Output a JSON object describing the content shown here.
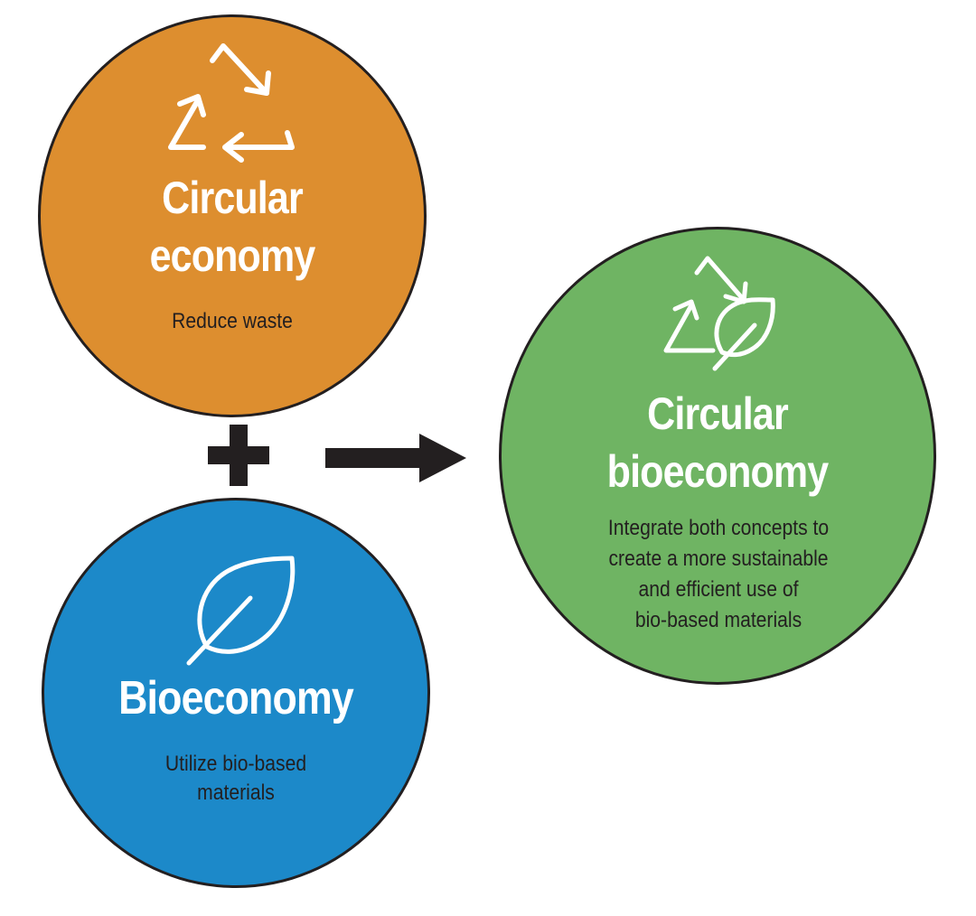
{
  "colors": {
    "orange": "#dd8e2f",
    "blue": "#1c89c9",
    "green": "#6fb463",
    "outline": "#231f20",
    "connector": "#231f20",
    "icon": "#ffffff"
  },
  "nodes": {
    "circular_economy": {
      "icon": "recycle-icon",
      "title_line1": "Circular",
      "title_line2": "economy",
      "description": "Reduce waste"
    },
    "bioeconomy": {
      "icon": "leaf-icon",
      "title": "Bioeconomy",
      "description_line1": "Utilize bio-based",
      "description_line2": "materials"
    },
    "circular_bioeconomy": {
      "icon": "recycle-leaf-icon",
      "title_line1": "Circular",
      "title_line2": "bioeconomy",
      "description_line1": "Integrate both concepts to",
      "description_line2": "create a more sustainable",
      "description_line3": "and efficient use of",
      "description_line4": "bio-based materials"
    }
  },
  "connectors": {
    "combine": "plus-icon",
    "result": "arrow-right-icon"
  }
}
